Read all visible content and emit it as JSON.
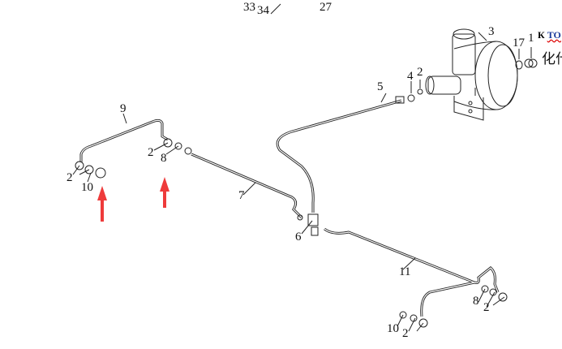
{
  "top_labels": [
    "33",
    "34",
    "27"
  ],
  "note": {
    "k": "К",
    "to": "ТО",
    "cn": "化什"
  },
  "part_labels": {
    "p3": "3",
    "p17": "17",
    "p1": "1",
    "p2a": "2",
    "p4": "4",
    "p5": "5",
    "p9": "9",
    "p2b": "2",
    "p10a": "10",
    "p2c": "2",
    "p8a": "8",
    "p7": "7",
    "p6": "6",
    "p11": "11",
    "p8b": "8",
    "p2d": "2",
    "p10b": "10",
    "p2e": "2"
  },
  "colors": {
    "arrow": "#ee3b3b",
    "line": "#222222"
  }
}
